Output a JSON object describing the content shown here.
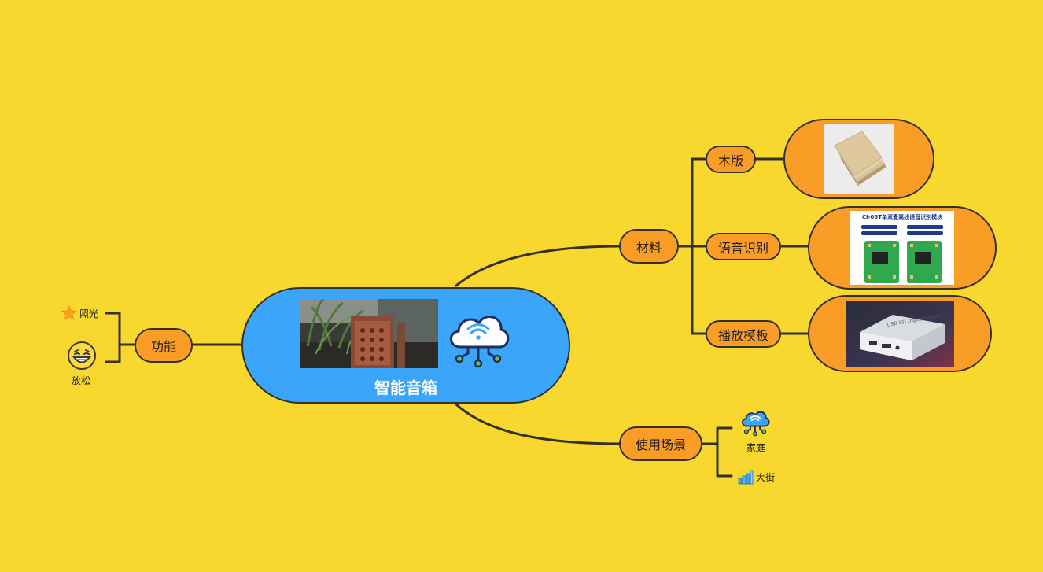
{
  "central": {
    "title": "智能音箱",
    "icon": "cloud-network-icon"
  },
  "branches": {
    "features": {
      "label": "功能",
      "items": [
        {
          "label": "照光",
          "icon": "star-icon"
        },
        {
          "label": "放松",
          "icon": "laughing-face-icon"
        }
      ]
    },
    "materials": {
      "label": "材料",
      "items": [
        {
          "label": "木版",
          "image": "wood-boards-photo"
        },
        {
          "label": "语音识别",
          "image": "voice-module-photo",
          "image_text": "CI-03T单双麦离线语音识别模块"
        },
        {
          "label": "播放模板",
          "image": "player-board-photo",
          "image_text": "USB-SD Digital Player"
        }
      ]
    },
    "scenes": {
      "label": "使用场景",
      "items": [
        {
          "label": "家庭",
          "icon": "cloud-network-icon"
        },
        {
          "label": "大街",
          "icon": "bar-chart-icon"
        }
      ]
    }
  },
  "colors": {
    "background": "#F8D72E",
    "node_fill": "#F99D26",
    "central_fill": "#3BA5FA",
    "line": "#34302A"
  }
}
